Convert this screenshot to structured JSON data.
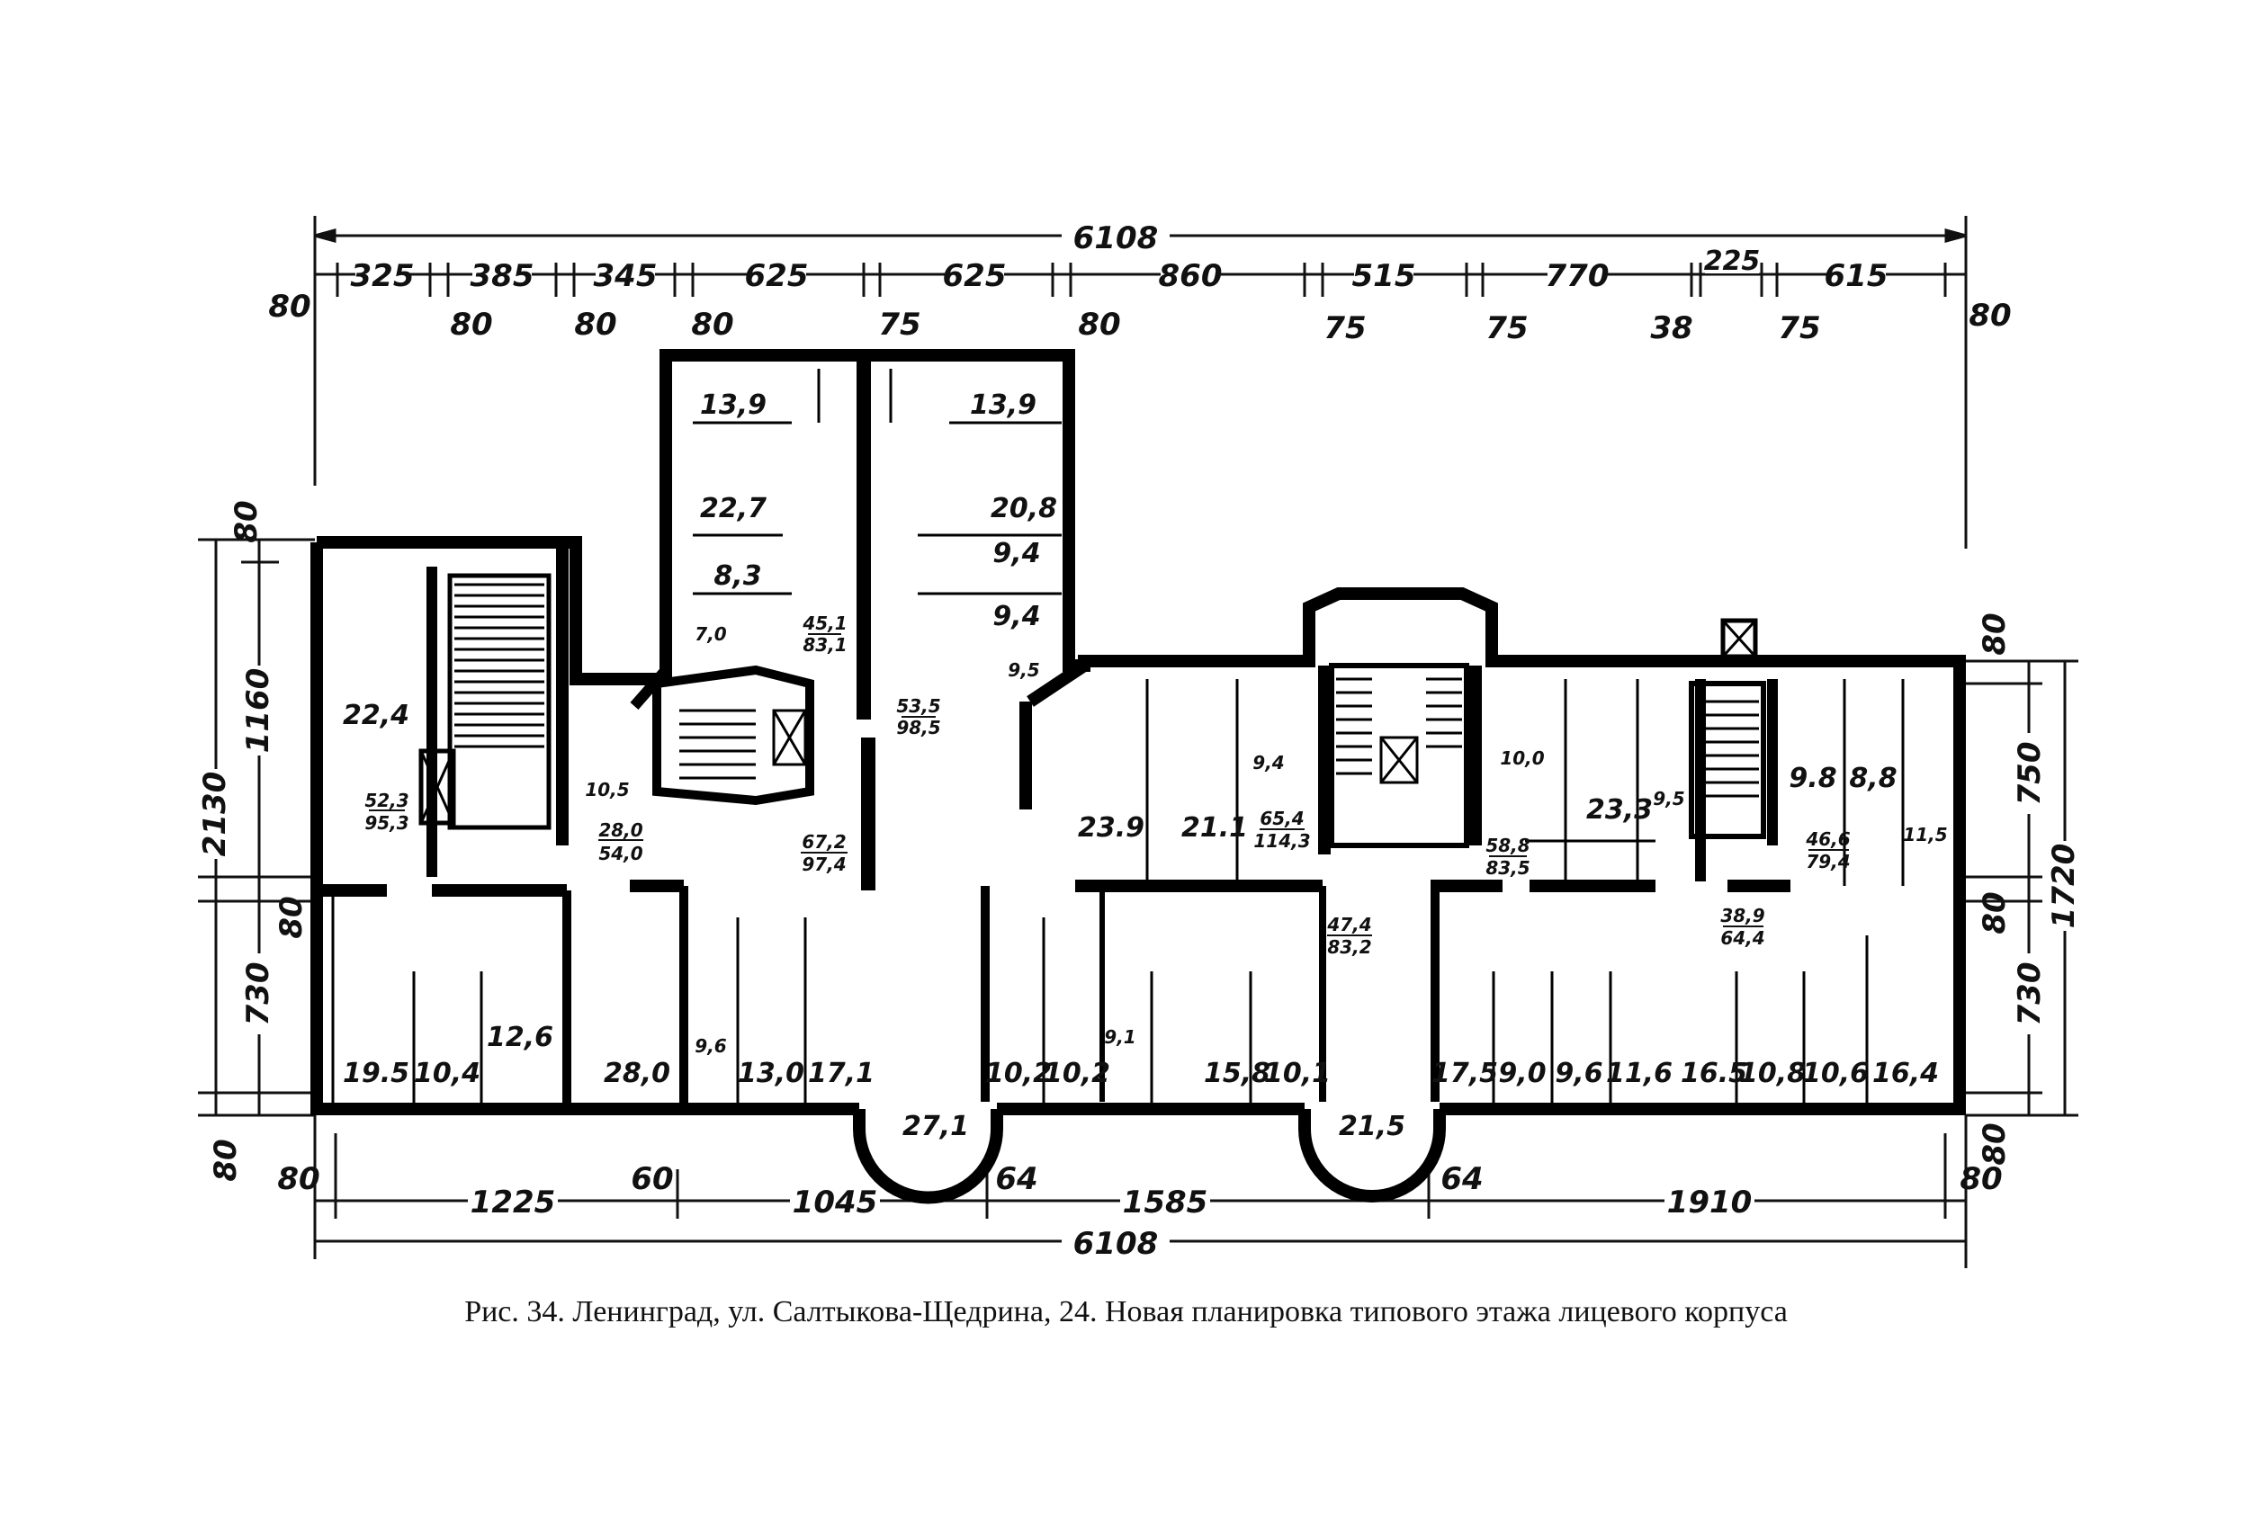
{
  "top_dimensions": {
    "overall": "6108",
    "segments": [
      "325",
      "385",
      "345",
      "625",
      "625",
      "860",
      "515",
      "770",
      "225",
      "615"
    ],
    "wall_widths": [
      "80",
      "80",
      "80",
      "80",
      "75",
      "80",
      "75",
      "75",
      "38",
      "75",
      "80"
    ]
  },
  "bottom_dimensions": {
    "overall": "6108",
    "segments": [
      "1225",
      "1045",
      "1585",
      "1910"
    ],
    "small": [
      "80",
      "60",
      "64",
      "64",
      "80"
    ]
  },
  "left_dimensions": {
    "overall": "2130",
    "segments": [
      "1160",
      "730"
    ],
    "walls": [
      "80",
      "80",
      "80"
    ]
  },
  "right_dimensions": {
    "overall": "1720",
    "segments": [
      "750",
      "730"
    ],
    "walls": [
      "80",
      "80",
      "80"
    ]
  },
  "rooms": {
    "r1": "13,9",
    "r2": "13,9",
    "r3": "22,7",
    "r4": "20,8",
    "r5": "8,3",
    "r6": "9,4",
    "r7": "9,4",
    "r8": "7,0",
    "r9": "9,5",
    "r10": "22,4",
    "r11": "10,5",
    "r12": "23.9",
    "r13": "21.1",
    "r14": "9,4",
    "r15": "10,0",
    "r16": "23,3",
    "r17": "9,5",
    "r18": "9.8",
    "r19": "8,8",
    "r20": "11,5",
    "r21": "19.5",
    "r22": "10,4",
    "r23": "12,6",
    "r24": "28,0",
    "r25": "9,6",
    "r26": "13,0",
    "r27": "17,1",
    "r28": "27,1",
    "r29": "10,2",
    "r30": "10,2",
    "r31": "9,1",
    "r32": "15,8",
    "r33": "10,1",
    "r34": "21,5",
    "r35": "17,5",
    "r36": "9,0",
    "r37": "9,6",
    "r38": "11,6",
    "r39": "16.5",
    "r40": "10,8",
    "r41": "10,6",
    "r42": "16,4"
  },
  "apartment_totals": {
    "a1": [
      "52,3",
      "95,3"
    ],
    "a2": [
      "28,0",
      "54,0"
    ],
    "a3": [
      "45,1",
      "83,1"
    ],
    "a4": [
      "53,5",
      "98,5"
    ],
    "a5": [
      "67,2",
      "97,4"
    ],
    "a6": [
      "65,4",
      "114,3"
    ],
    "a7": [
      "47,4",
      "83,2"
    ],
    "a8": [
      "58,8",
      "83,5"
    ],
    "a9": [
      "46,6",
      "79,4"
    ],
    "a10": [
      "38,9",
      "64,4"
    ]
  },
  "caption": "Рис. 34. Ленинград, ул. Салтыкова-Щедрина, 24. Новая планировка типового этажа лицевого корпуса"
}
